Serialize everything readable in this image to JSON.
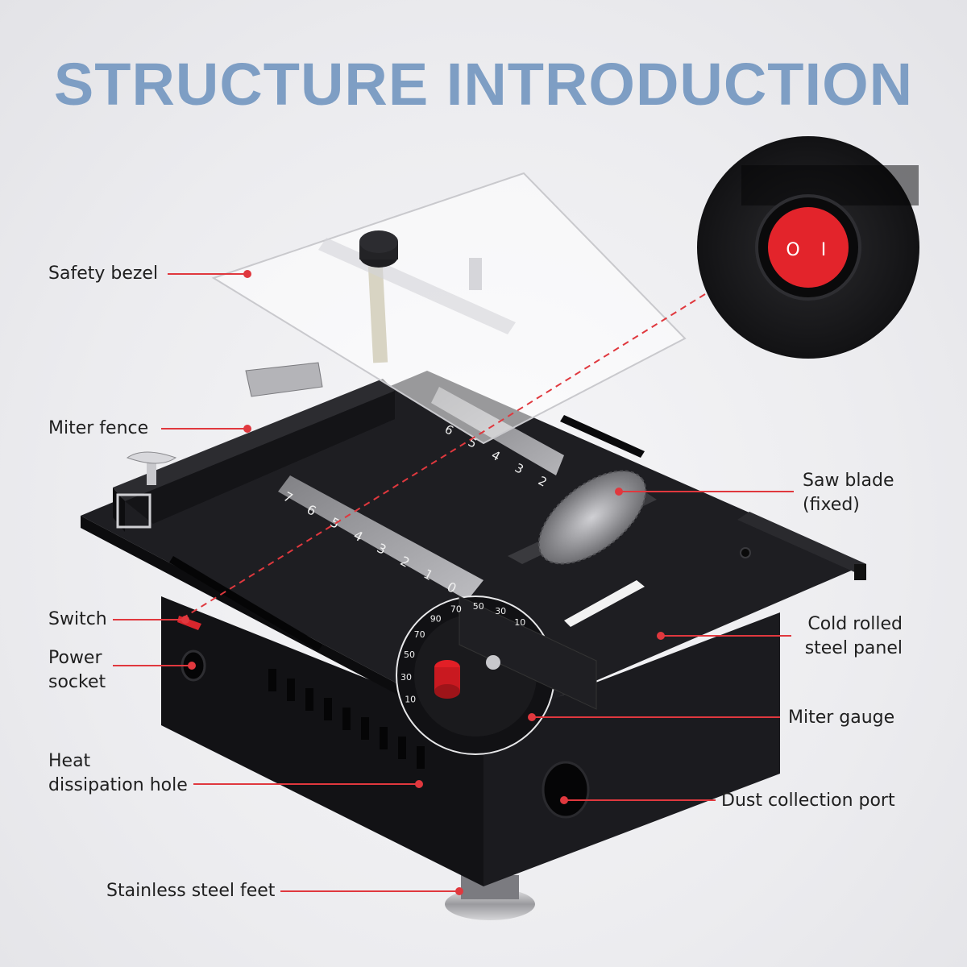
{
  "title": "STRUCTURE INTRODUCTION",
  "accent_color": "#7e9ec4",
  "callout_color": "#e0383e",
  "callouts": {
    "safety_bezel": "Safety bezel",
    "miter_fence": "Miter fence",
    "switch": "Switch",
    "power_socket": [
      "Power",
      "socket"
    ],
    "heat_dissipation_hole": [
      "Heat",
      "dissipation hole"
    ],
    "stainless_steel_feet": "Stainless steel feet",
    "saw_blade": [
      "Saw blade",
      "(fixed)"
    ],
    "cold_rolled_steel_panel": [
      "Cold rolled",
      "steel panel"
    ],
    "miter_gauge": "Miter gauge",
    "dust_collection_port": "Dust collection port"
  },
  "switch_zoom": {
    "off_symbol": "O",
    "on_symbol": "I"
  },
  "ruler_left": [
    "7",
    "6",
    "5",
    "4",
    "3",
    "2",
    "1",
    "0"
  ],
  "ruler_right": [
    "6",
    "5",
    "4",
    "3",
    "2"
  ],
  "gauge_scale": [
    "10",
    "30",
    "50",
    "70",
    "90",
    "70",
    "50",
    "30",
    "10"
  ]
}
